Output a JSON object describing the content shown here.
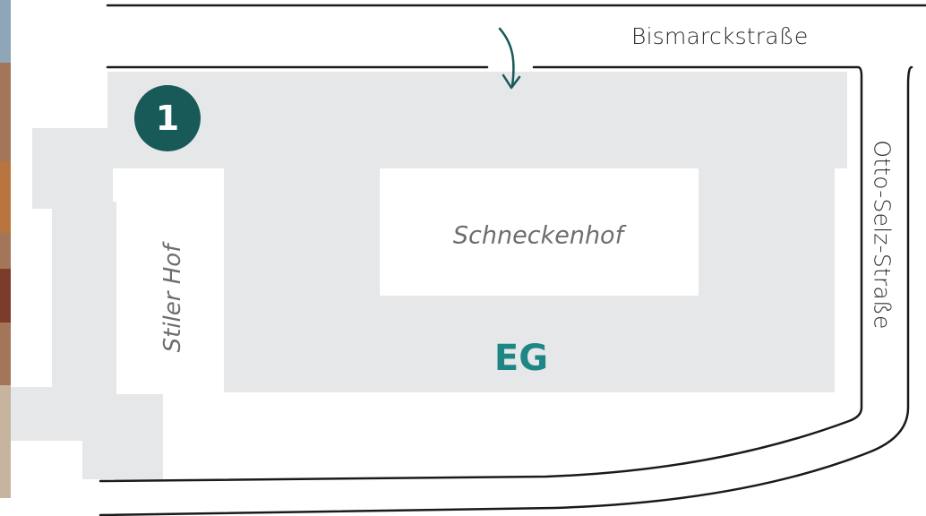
{
  "map": {
    "streets": {
      "north": "Bismarckstraße",
      "east": "Otto-Selz-Straße"
    },
    "courtyards": {
      "main": "Schneckenhof",
      "side": "Stiler Hof"
    },
    "floor_label": "EG",
    "location_marker": "1",
    "entrance_marker": "entrance-arrow-icon"
  },
  "colors": {
    "building_fill": "#e6e7e8",
    "marker_fill": "#175a57",
    "floor_label": "#1f8686",
    "street_lines": "#1a1a1a",
    "courtyard_text": "#6e6e6e"
  }
}
